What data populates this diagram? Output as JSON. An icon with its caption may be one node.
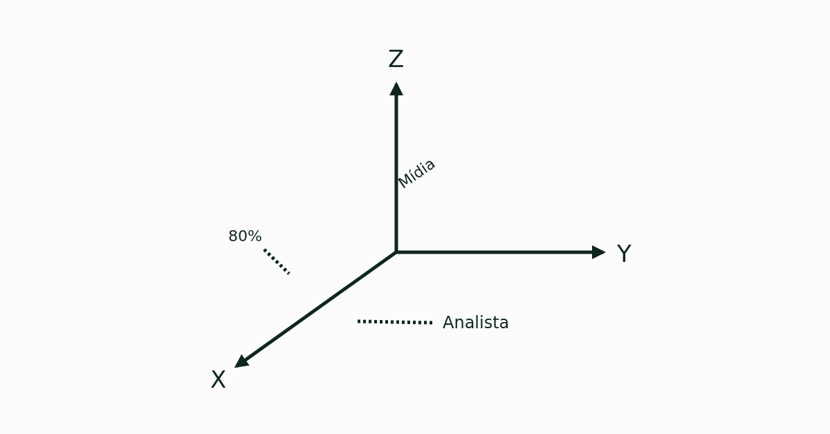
{
  "diagram": {
    "nodes": [
      {
        "text": [
          "80%"
        ]
      },
      {
        "text": [
          "Analista"
        ]
      }
    ],
    "edges": [
      {
        "from": 0,
        "to": null,
        "arrow": "none",
        "style": "dashed"
      },
      {
        "from": 1,
        "to": null,
        "arrow": "none",
        "style": "dashed"
      }
    ],
    "labels": [
      "Z",
      "Mídia",
      "Y",
      "X"
    ]
  }
}
